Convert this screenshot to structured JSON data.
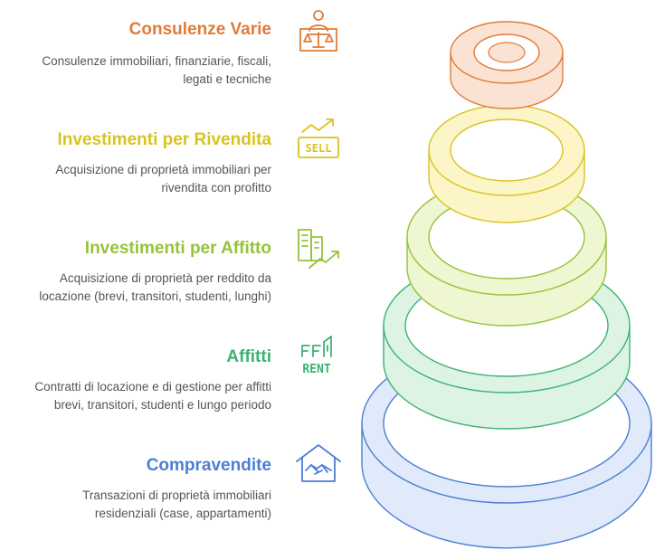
{
  "items": [
    {
      "title": "Consulenze Varie",
      "description_line1": "Consulenze immobiliari, finanziarie, fiscali,",
      "description_line2": "legati e tecniche",
      "icon": "consultant-scale-icon",
      "color": "#E07B39",
      "fill": "#FBE3D3"
    },
    {
      "title": "Investimenti per Rivendita",
      "description_line1": "Acquisizione di proprietà immobiliari per",
      "description_line2": "rivendita con profitto",
      "icon": "sell-trend-icon",
      "icon_text": "SELL",
      "color": "#D9C31F",
      "fill": "#FBF5C8"
    },
    {
      "title": "Investimenti per Affitto",
      "description_line1": "Acquisizione di proprietà per reddito da",
      "description_line2": "locazione (brevi, transitori, studenti, lunghi)",
      "icon": "building-growth-icon",
      "color": "#96C23A",
      "fill": "#EEF7D2"
    },
    {
      "title": "Affitti",
      "description_line1": "Contratti di locazione e di gestione per affitti",
      "description_line2": "brevi, transitori, studenti e lungo periodo",
      "icon": "rent-building-icon",
      "icon_text": "RENT",
      "color": "#3CB371",
      "fill": "#DDF3E4"
    },
    {
      "title": "Compravendite",
      "description_line1": "Transazioni di proprietà immobiliari",
      "description_line2": "residenziali (case, appartamenti)",
      "icon": "house-handshake-icon",
      "color": "#4A7FD4",
      "fill": "#E1EAFA"
    }
  ]
}
